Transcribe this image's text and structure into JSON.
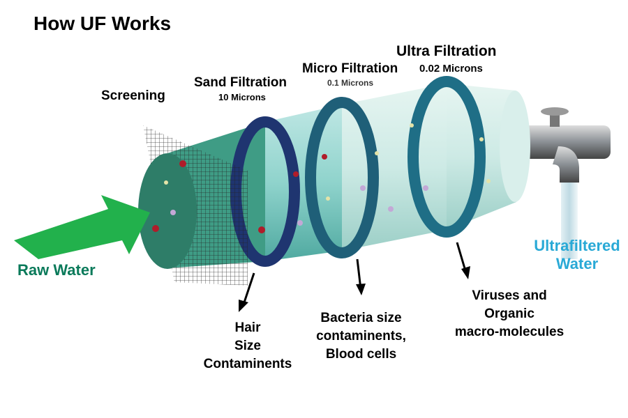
{
  "title": "How UF Works",
  "stages": {
    "screening": {
      "label": "Screening"
    },
    "sand": {
      "label": "Sand Filtration",
      "size": "10 Microns"
    },
    "micro": {
      "label": "Micro Filtration",
      "size": "0.1 Microns"
    },
    "ultra": {
      "label": "Ultra Filtration",
      "size": "0.02 Microns"
    }
  },
  "input_label": "Raw Water",
  "output_label": [
    "Ultrafiltered",
    "Water"
  ],
  "removed": {
    "hair": [
      "Hair",
      "Size",
      "Contaminents"
    ],
    "bacteria": [
      "Bacteria size",
      "contaminents,",
      "Blood cells"
    ],
    "viruses": [
      "Viruses and",
      "Organic",
      "macro-molecules"
    ]
  },
  "colors": {
    "arrow": "#22b14c",
    "raw_water_text": "#0a7a5a",
    "output_text": "#29a9d6",
    "sand_ring": "#1f3570",
    "ring": "#1f6e86"
  }
}
